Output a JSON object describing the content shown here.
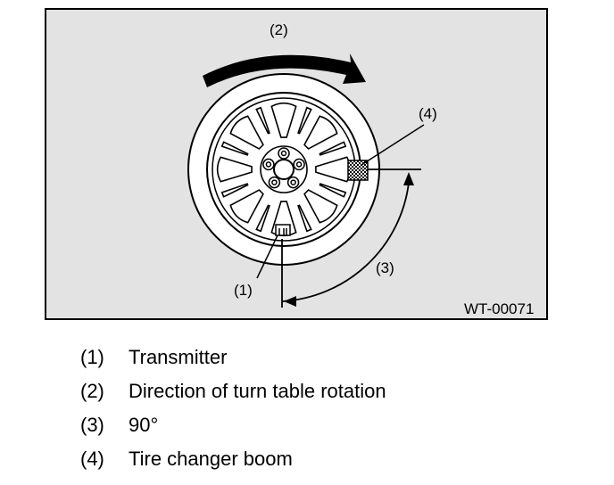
{
  "figure": {
    "id_label": "WT-00071",
    "callouts": {
      "c1": "(1)",
      "c2": "(2)",
      "c3": "(3)",
      "c4": "(4)"
    }
  },
  "legend": {
    "items": [
      {
        "num": "(1)",
        "text": "Transmitter"
      },
      {
        "num": "(2)",
        "text": "Direction of turn table rotation"
      },
      {
        "num": "(3)",
        "text": "90°"
      },
      {
        "num": "(4)",
        "text": "Tire changer boom"
      }
    ]
  }
}
